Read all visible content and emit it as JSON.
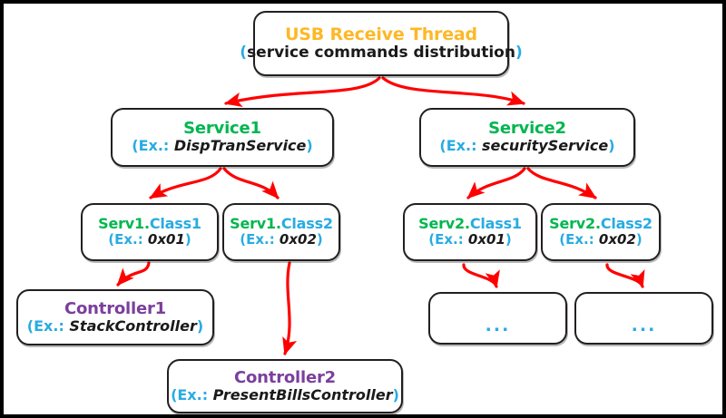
{
  "diagram": {
    "title": "USB Receive Thread service command distribution hierarchy",
    "colors": {
      "border": "#231f20",
      "arrow": "#ff0000",
      "orange": "#fdb827",
      "green": "#00b64f",
      "cyan": "#29abe2",
      "purple": "#7b3f9d",
      "black": "#1a1a1a",
      "background": "#ffffff"
    },
    "nodes": {
      "usb_thread": {
        "title": "USB Receive Thread",
        "subtitle_open": "(",
        "subtitle": "service commands distribution",
        "subtitle_close": ")"
      },
      "service1": {
        "title": "Service1",
        "ex_label": "(Ex.: ",
        "ex_value": "DispTranService",
        "ex_close": ")"
      },
      "service2": {
        "title": "Service2",
        "ex_label": "(Ex.: ",
        "ex_value": "securityService",
        "ex_close": ")"
      },
      "serv1_class1": {
        "title_prefix": "Serv1.",
        "title_suffix": "Class1",
        "ex_label": "(Ex.: ",
        "ex_value": "0x01",
        "ex_close": ")"
      },
      "serv1_class2": {
        "title_prefix": "Serv1.",
        "title_suffix": "Class2",
        "ex_label": "(Ex.: ",
        "ex_value": "0x02",
        "ex_close": ")"
      },
      "serv2_class1": {
        "title_prefix": "Serv2.",
        "title_suffix": "Class1",
        "ex_label": "(Ex.: ",
        "ex_value": "0x01",
        "ex_close": ")"
      },
      "serv2_class2": {
        "title_prefix": "Serv2.",
        "title_suffix": "Class2",
        "ex_label": "(Ex.: ",
        "ex_value": "0x02",
        "ex_close": ")"
      },
      "controller1": {
        "title": "Controller1",
        "ex_label": "(Ex.: ",
        "ex_value": "StackController",
        "ex_close": ")"
      },
      "controller2": {
        "title": "Controller2",
        "ex_label": "(Ex.: ",
        "ex_value": "PresentBillsController",
        "ex_close": ")"
      },
      "placeholder1": {
        "text": "..."
      },
      "placeholder2": {
        "text": "..."
      }
    },
    "edges": [
      {
        "from": "usb_thread",
        "to": "service1"
      },
      {
        "from": "usb_thread",
        "to": "service2"
      },
      {
        "from": "service1",
        "to": "serv1_class1"
      },
      {
        "from": "service1",
        "to": "serv1_class2"
      },
      {
        "from": "service2",
        "to": "serv2_class1"
      },
      {
        "from": "service2",
        "to": "serv2_class2"
      },
      {
        "from": "serv1_class1",
        "to": "controller1"
      },
      {
        "from": "serv1_class2",
        "to": "controller2"
      },
      {
        "from": "serv2_class1",
        "to": "placeholder1"
      },
      {
        "from": "serv2_class2",
        "to": "placeholder2"
      }
    ]
  }
}
